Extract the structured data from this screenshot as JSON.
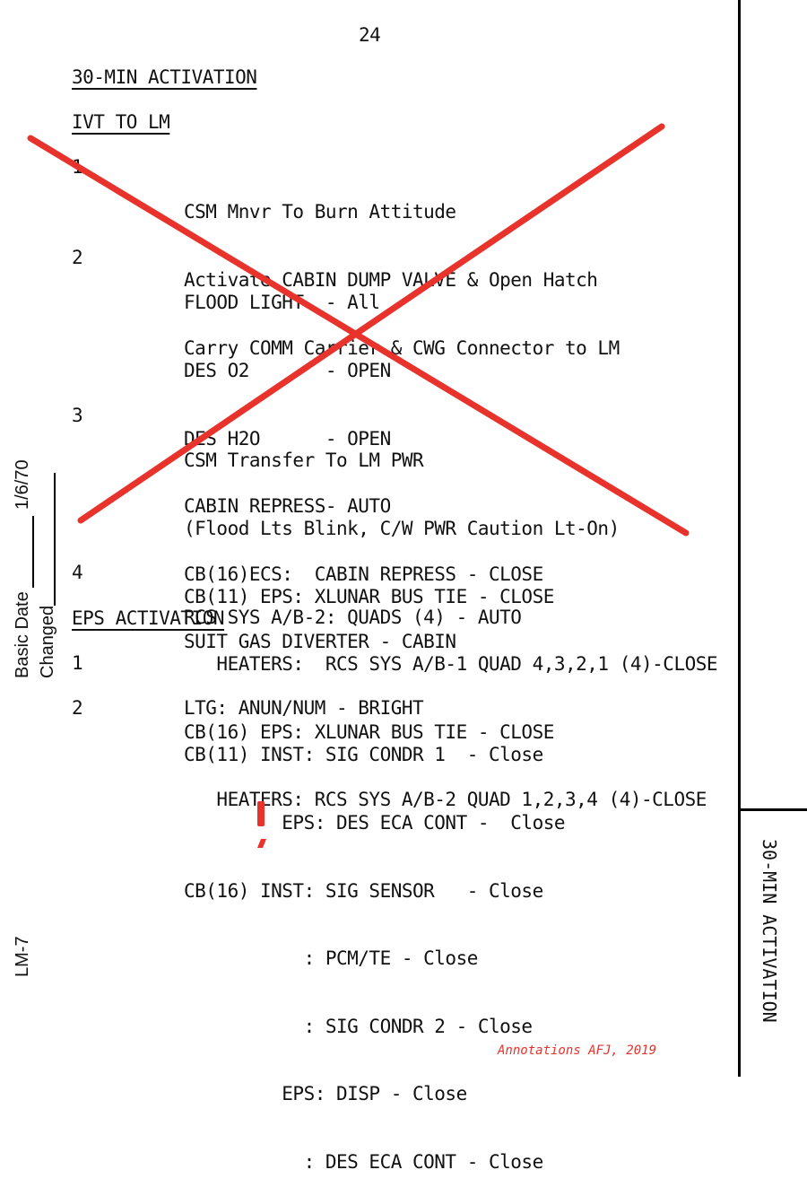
{
  "page_number": "24",
  "section_title": "30-MIN ACTIVATION",
  "ivt": {
    "heading": "IVT TO LM",
    "steps": [
      {
        "num": "1",
        "lines": [
          "CSM Mnvr To Burn Attitude",
          "Activate CABIN DUMP VALVE & Open Hatch",
          "Carry COMM Carrier & CWG Connector to LM"
        ]
      },
      {
        "num": "2",
        "lines": [
          "FLOOD LIGHT  - All",
          "DES O2       - OPEN",
          "DES H2O      - OPEN",
          "CABIN REPRESS- AUTO",
          "CB(16)ECS:  CABIN REPRESS - CLOSE",
          "SUIT GAS DIVERTER - CABIN"
        ]
      },
      {
        "num": "3",
        "lines": [
          "CSM Transfer To LM PWR",
          "(Flood Lts Blink, C/W PWR Caution Lt-On)",
          "CB(11) EPS: XLUNAR BUS TIE - CLOSE",
          "   HEATERS:  RCS SYS A/B-1 QUAD 4,3,2,1 (4)-CLOSE",
          "CB(16) EPS: XLUNAR BUS TIE - CLOSE",
          "   HEATERS: RCS SYS A/B-2 QUAD 1,2,3,4 (4)-CLOSE"
        ]
      },
      {
        "num": "4",
        "lines": [
          "RCS SYS A/B-2: QUADS (4) - AUTO"
        ]
      }
    ]
  },
  "eps": {
    "heading": "EPS ACTIVATION",
    "steps": [
      {
        "num": "1",
        "lines": [
          "LTG: ANUN/NUM - BRIGHT"
        ]
      },
      {
        "num": "2",
        "lines": [
          "CB(11) INST: SIG CONDR 1  - Close",
          "         EPS: DES ECA CONT -  Close",
          "CB(16) INST: SIG SENSOR   - Close",
          "           : PCM/TE - Close",
          "           : SIG CONDR 2 - Close",
          "         EPS: DISP - Close",
          "           : DES ECA CONT - Close"
        ]
      }
    ]
  },
  "margin": {
    "basic_date_label": "Basic Date",
    "basic_date_value": "1/6/70",
    "changed_label": "Changed",
    "doc_id": "LM-7"
  },
  "tab_label": "30-MIN ACTIVATION",
  "footer_annotation": "Annotations AFJ, 2019",
  "colors": {
    "annotation_red": "#e8322c",
    "ink": "#111111"
  }
}
